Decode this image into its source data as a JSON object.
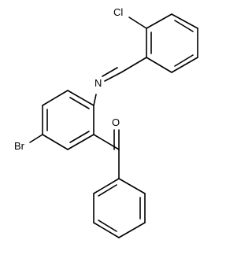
{
  "molecule": {
    "atoms": [
      {
        "id": "cl",
        "label": "Cl"
      },
      {
        "id": "n",
        "label": "N"
      },
      {
        "id": "o",
        "label": "O"
      },
      {
        "id": "br",
        "label": "Br"
      }
    ]
  }
}
